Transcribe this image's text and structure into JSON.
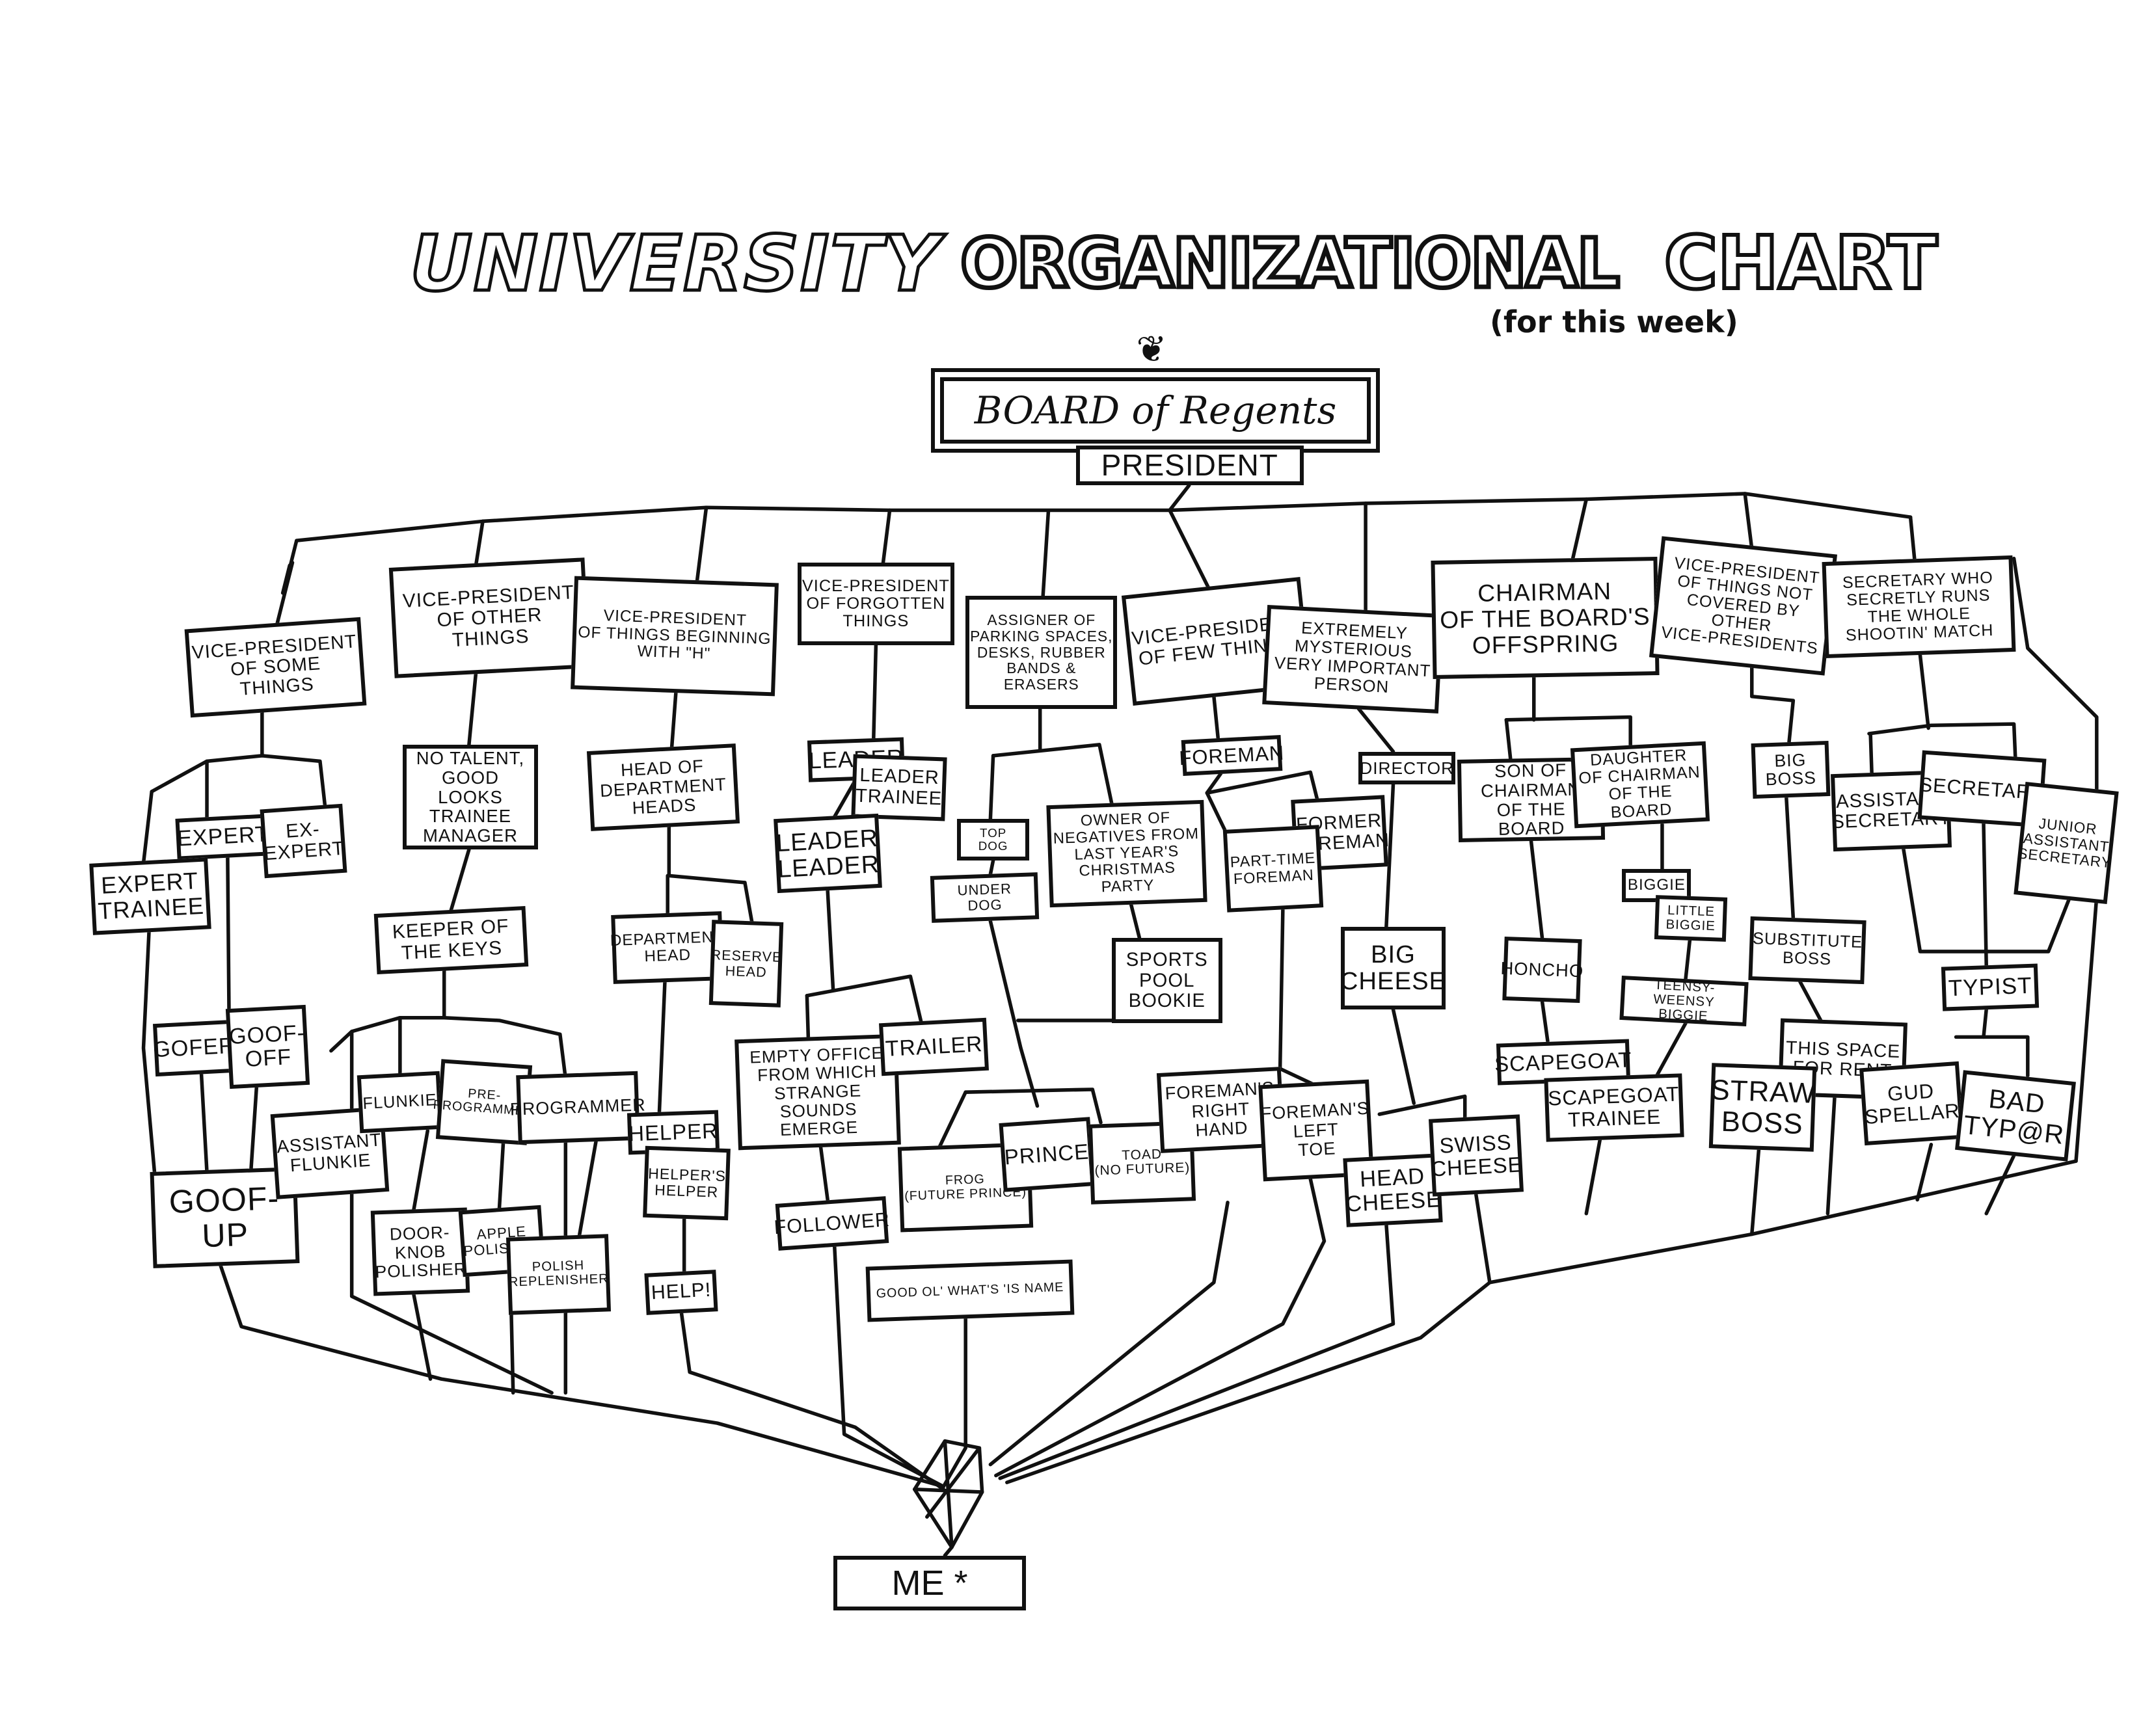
{
  "title": {
    "part1": "UNIVERSITY",
    "part2": "ORGANIZATIONAL",
    "part3": "CHART",
    "subtitle": "(for this week)"
  },
  "board": "BOARD of Regents",
  "president": "PRESIDENT",
  "me": "ME *",
  "nodes": {
    "vp_some": "VICE-PRESIDENT\nOF SOME THINGS",
    "vp_other": "VICE-PRESIDENT\nOF OTHER THINGS",
    "vp_h": "VICE-PRESIDENT\nOF THINGS BEGINNING\nWITH \"H\"",
    "vp_forgotten": "VICE-PRESIDENT\nOF FORGOTTEN\nTHINGS",
    "assigner": "ASSIGNER OF\nPARKING SPACES,\nDESKS, RUBBER\nBANDS & ERASERS",
    "vp_few": "VICE-PRESIDENT\nOF FEW THINGS",
    "mysterious": "EXTREMELY\nMYSTERIOUS\nVERY IMPORTANT\nPERSON",
    "chairman_offspring": "CHAIRMAN\nOF THE BOARD'S\nOFFSPRING",
    "vp_not_covered": "VICE-PRESIDENT\nOF THINGS NOT\nCOVERED BY OTHER\nVICE-PRESIDENTS",
    "secretary_runs": "SECRETARY WHO\nSECRETLY RUNS\nTHE WHOLE\nSHOOTIN' MATCH",
    "expert": "EXPERT",
    "ex_expert": "EX-\nEXPERT",
    "expert_trainee": "EXPERT\nTRAINEE",
    "no_talent": "NO TALENT,\nGOOD LOOKS\nTRAINEE\nMANAGER",
    "keeper": "KEEPER OF\nTHE KEYS",
    "head_dept_heads": "HEAD OF\nDEPARTMENT\nHEADS",
    "dept_head": "DEPARTMENT\nHEAD",
    "reserve_head": "RESERVE\nHEAD",
    "leader": "LEADER",
    "leader_trainee": "LEADER\nTRAINEE",
    "leader_leader": "LEADER\nLEADER",
    "top_dog": "TOP\nDOG",
    "under_dog": "UNDER\nDOG",
    "owner_negatives": "OWNER OF\nNEGATIVES FROM\nLAST YEAR'S\nCHRISTMAS PARTY",
    "sports_pool": "SPORTS\nPOOL\nBOOKIE",
    "foreman": "FOREMAN",
    "director": "DIRECTOR",
    "former_foreman": "FORMER\nFOREMAN",
    "part_time_foreman": "PART-TIME\nFOREMAN",
    "big_cheese": "BIG\nCHEESE",
    "son_chairman": "SON OF\nCHAIRMAN\nOF THE BOARD",
    "daughter_chairman": "DAUGHTER\nOF CHAIRMAN\nOF THE BOARD",
    "big_boss": "BIG\nBOSS",
    "biggie": "BIGGIE",
    "little_biggie": "LITTLE\nBIGGIE",
    "teensy_biggie": "TEENSY-WEENSY\nBIGGIE",
    "honcho": "HONCHO",
    "scapegoat": "SCAPEGOAT",
    "scapegoat_trainee": "SCAPEGOAT\nTRAINEE",
    "substitute_boss": "SUBSTITUTE\nBOSS",
    "assistant_secretary": "ASSISTANT\nSECRETARY",
    "secretary": "SECRETARY",
    "junior_assistant_secretary": "JUNIOR\nASSISTANT\nSECRETARY",
    "typist": "TYPIST",
    "this_space": "THIS SPACE\nFOR RENT",
    "straw_boss": "STRAW\nBOSS",
    "gud_spellar": "GUD\nSPELLAR",
    "bad_typar": "BAD\nTYP@R",
    "gofer": "GOFER",
    "goof_off": "GOOF-\nOFF",
    "goof_up": "GOOF-\nUP",
    "assistant_flunkie": "ASSISTANT\nFLUNKIE",
    "flunkie": "FLUNKIE",
    "pre_programmer": "PRE-\nPROGRAMMER",
    "programmer": "PROGRAMMER",
    "helper": "HELPER",
    "helpers_helper": "HELPER'S\nHELPER",
    "help": "HELP!",
    "door_knob": "DOOR-\nKNOB\nPOLISHER",
    "apple_polisher": "APPLE\nPOLISHER",
    "polish_replenisher": "POLISH\nREPLENISHER",
    "empty_office": "EMPTY OFFICE\nFROM WHICH\nSTRANGE SOUNDS\nEMERGE",
    "trailer": "TRAILER",
    "follower": "FOLLOWER",
    "frog": "FROG\n(FUTURE PRINCE)",
    "prince": "PRINCE",
    "toad": "TOAD\n(NO FUTURE)",
    "good_ol": "GOOD OL' WHAT'S 'IS NAME",
    "foremans_right": "FOREMAN'S\nRIGHT\nHAND",
    "foremans_left": "FOREMAN'S\nLEFT\nTOE",
    "head_cheese": "HEAD\nCHEESE",
    "swiss_cheese": "SWISS\nCHEESE"
  }
}
